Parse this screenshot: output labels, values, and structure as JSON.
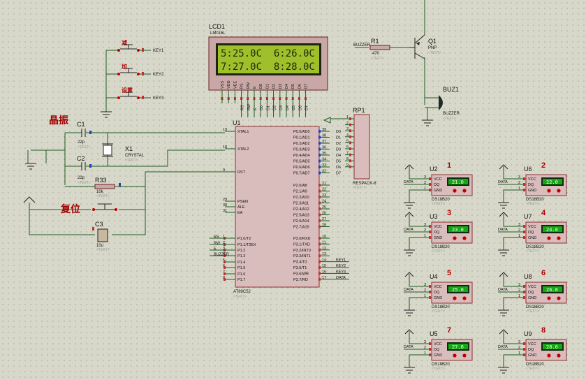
{
  "lcd": {
    "ref": "LCD1",
    "model": "LM016L",
    "line1": "5:25.0C  6:26.0C",
    "line2": "7:27.0C  8:28.0C",
    "pins": [
      "VSS",
      "VDD",
      "VEE",
      "RS",
      "RW",
      "E",
      "D0",
      "D1",
      "D2",
      "D3",
      "D4",
      "D5",
      "D6",
      "D7"
    ],
    "wire_labels": [
      "RS",
      "RW",
      "E",
      "D0",
      "D1",
      "D2",
      "D3",
      "D4",
      "D5",
      "D6",
      "D7"
    ]
  },
  "mcu": {
    "ref": "U1",
    "model": "AT89C52",
    "left_pins": [
      {
        "num": "19",
        "name": "XTAL1"
      },
      {
        "num": "18",
        "name": "XTAL2"
      },
      {
        "num": "9",
        "name": "RST"
      },
      {
        "num": "29",
        "name": "PSEN"
      },
      {
        "num": "30",
        "name": "ALE"
      },
      {
        "num": "31",
        "name": "EA"
      },
      {
        "num": "1",
        "name": "P1.0/T2"
      },
      {
        "num": "2",
        "name": "P1.1/T2EX"
      },
      {
        "num": "3",
        "name": "P1.2"
      },
      {
        "num": "4",
        "name": "P1.3"
      },
      {
        "num": "5",
        "name": "P1.4"
      },
      {
        "num": "6",
        "name": "P1.5"
      },
      {
        "num": "7",
        "name": "P1.6"
      },
      {
        "num": "8",
        "name": "P1.7"
      }
    ],
    "p0_pins": [
      {
        "num": "39",
        "name": "P0.0/AD0"
      },
      {
        "num": "38",
        "name": "P0.1/AD1"
      },
      {
        "num": "37",
        "name": "P0.2/AD2"
      },
      {
        "num": "36",
        "name": "P0.3/AD3"
      },
      {
        "num": "35",
        "name": "P0.4/AD4"
      },
      {
        "num": "34",
        "name": "P0.5/AD5"
      },
      {
        "num": "33",
        "name": "P0.6/AD6"
      },
      {
        "num": "32",
        "name": "P0.7/AD7"
      }
    ],
    "p2_pins": [
      {
        "num": "21",
        "name": "P2.0/A8"
      },
      {
        "num": "22",
        "name": "P2.1/A9"
      },
      {
        "num": "23",
        "name": "P2.2/A10"
      },
      {
        "num": "24",
        "name": "P2.3/A11"
      },
      {
        "num": "25",
        "name": "P2.4/A12"
      },
      {
        "num": "26",
        "name": "P2.5/A13"
      },
      {
        "num": "27",
        "name": "P2.6/A14"
      },
      {
        "num": "28",
        "name": "P2.7/A15"
      }
    ],
    "p3_pins": [
      {
        "num": "10",
        "name": "P3.0/RXD"
      },
      {
        "num": "11",
        "name": "P3.1/TXD"
      },
      {
        "num": "12",
        "name": "P3.2/INT0"
      },
      {
        "num": "13",
        "name": "P3.3/INT1"
      },
      {
        "num": "14",
        "name": "P3.4/T0"
      },
      {
        "num": "15",
        "name": "P3.5/T1"
      },
      {
        "num": "16",
        "name": "P3.6/WR"
      },
      {
        "num": "17",
        "name": "P3.7/RD"
      }
    ],
    "p1_labels": [
      "RS",
      "RW",
      "E",
      "BUZZER"
    ],
    "p3_labels": [
      "KEY1",
      "KEY2",
      "KEY3",
      "DATA"
    ],
    "p0_labels": [
      "D0",
      "D1",
      "D2",
      "D3",
      "D4",
      "D5",
      "D6",
      "D7"
    ]
  },
  "rp1": {
    "ref": "RP1",
    "model": "RESPACK-8"
  },
  "keys": [
    {
      "glyph": "减",
      "label": "KEY1"
    },
    {
      "glyph": "加",
      "label": "KEY2"
    },
    {
      "glyph": "设置",
      "label": "KEY3"
    }
  ],
  "crystal": {
    "heading": "晶振",
    "c1": {
      "ref": "C1",
      "value": "22p"
    },
    "c2": {
      "ref": "C2",
      "value": "22p"
    },
    "x1": {
      "ref": "X1",
      "model": "CRYSTAL"
    }
  },
  "reset": {
    "heading": "复位",
    "r33": {
      "ref": "R33",
      "value": "10k"
    },
    "c3": {
      "ref": "C3",
      "value": "10u"
    }
  },
  "buzzer": {
    "r1": {
      "ref": "R1",
      "value": "470",
      "net": "BUZZER"
    },
    "q1": {
      "ref": "Q1",
      "model": "PNP"
    },
    "buz1": {
      "ref": "BUZ1",
      "model": "BUZZER"
    }
  },
  "text_placeholder": "<TEXT>",
  "sensor_pins": [
    "VCC",
    "DQ",
    "GND"
  ],
  "sensor_pin_nums": [
    "3",
    "2",
    "1"
  ],
  "sensor_model": "DS18B20",
  "sensor_net": "DATA",
  "sensors": [
    {
      "ref": "U2",
      "index": "1",
      "reading": "21.0"
    },
    {
      "ref": "U6",
      "index": "2",
      "reading": "22.0"
    },
    {
      "ref": "U3",
      "index": "3",
      "reading": "23.0"
    },
    {
      "ref": "U7",
      "index": "4",
      "reading": "24.0"
    },
    {
      "ref": "U4",
      "index": "5",
      "reading": "25.0"
    },
    {
      "ref": "U8",
      "index": "6",
      "reading": "26.0"
    },
    {
      "ref": "U5",
      "index": "7",
      "reading": "27.0"
    },
    {
      "ref": "U9",
      "index": "8",
      "reading": "28.0"
    }
  ],
  "colors": {
    "wire": "#1e5a1e",
    "chip_fill": "#d9bcbc",
    "chip_border": "#8a3030",
    "lcd_screen": "#9fc02a",
    "sensor_screen": "#14a814",
    "accent_red": "#b00000"
  }
}
